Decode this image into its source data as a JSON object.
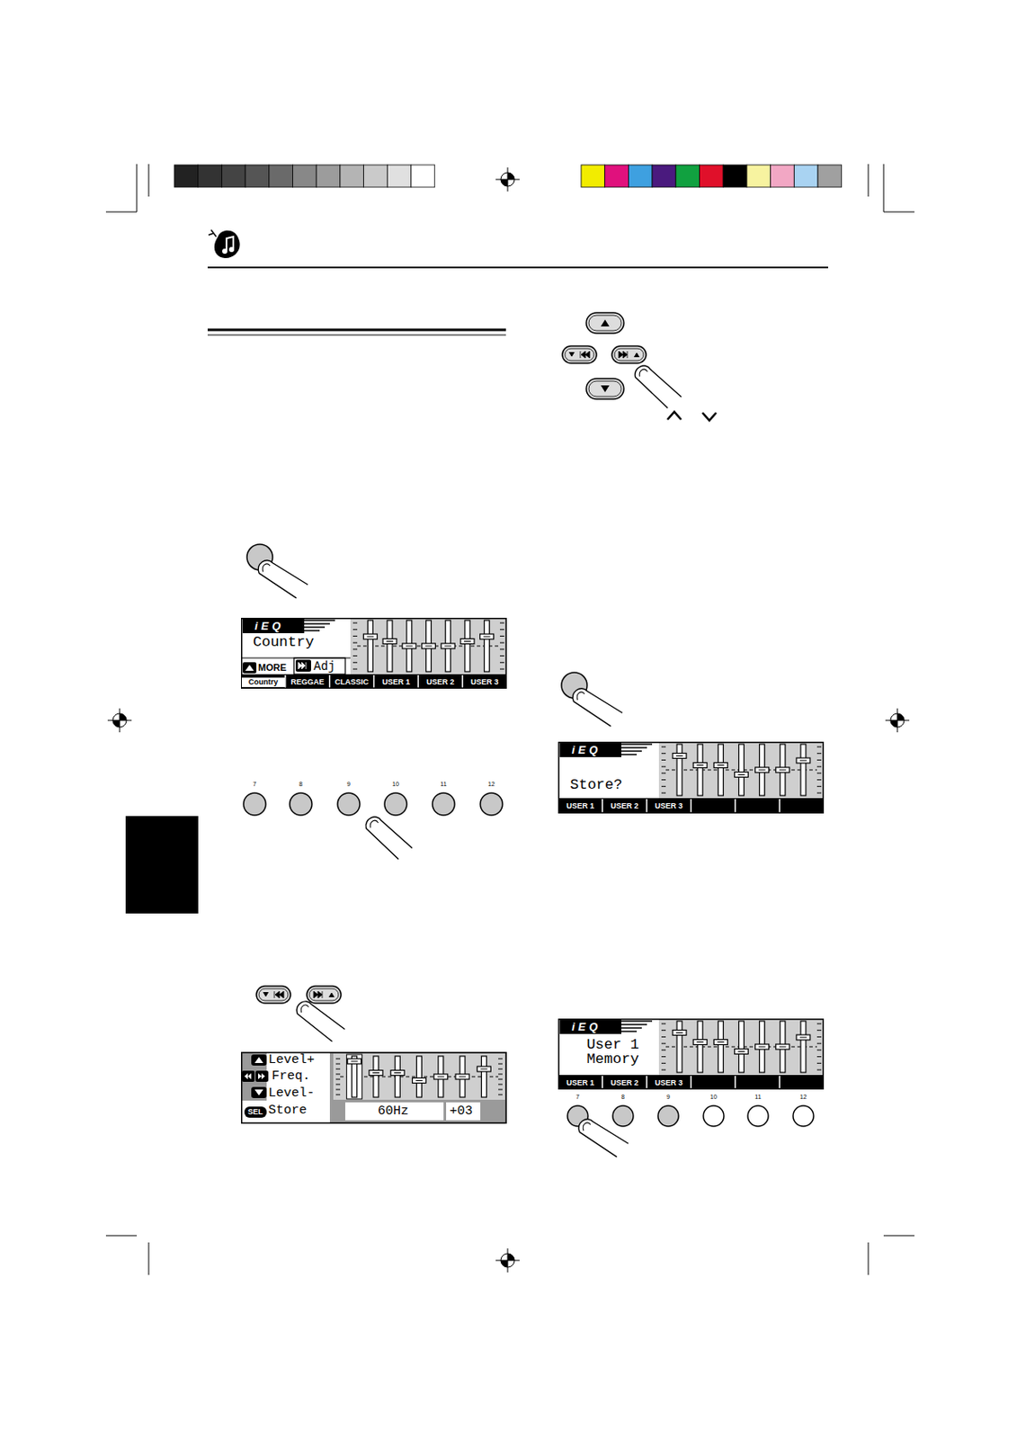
{
  "diagram": {
    "nodes": [
      {
        "text": [
          "iEQ",
          "Country",
          "MORE",
          "Adj",
          "Country",
          "REGGAE",
          "CLASSIC",
          "USER 1",
          "USER 2",
          "USER 3"
        ]
      },
      {
        "text": [
          "Level+",
          "Freq.",
          "Level-",
          "SEL",
          "Store",
          "60Hz",
          "+03"
        ]
      },
      {
        "text": [
          "iEQ",
          "Store?",
          "USER 1",
          "USER 2",
          "USER 3"
        ]
      },
      {
        "text": [
          "iEQ",
          "User 1 Memory",
          "USER 1",
          "USER 2",
          "USER 3"
        ]
      }
    ],
    "labels": [
      "7",
      "8",
      "9",
      "10",
      "11",
      "12",
      "7",
      "8",
      "9",
      "10",
      "11",
      "12"
    ]
  }
}
